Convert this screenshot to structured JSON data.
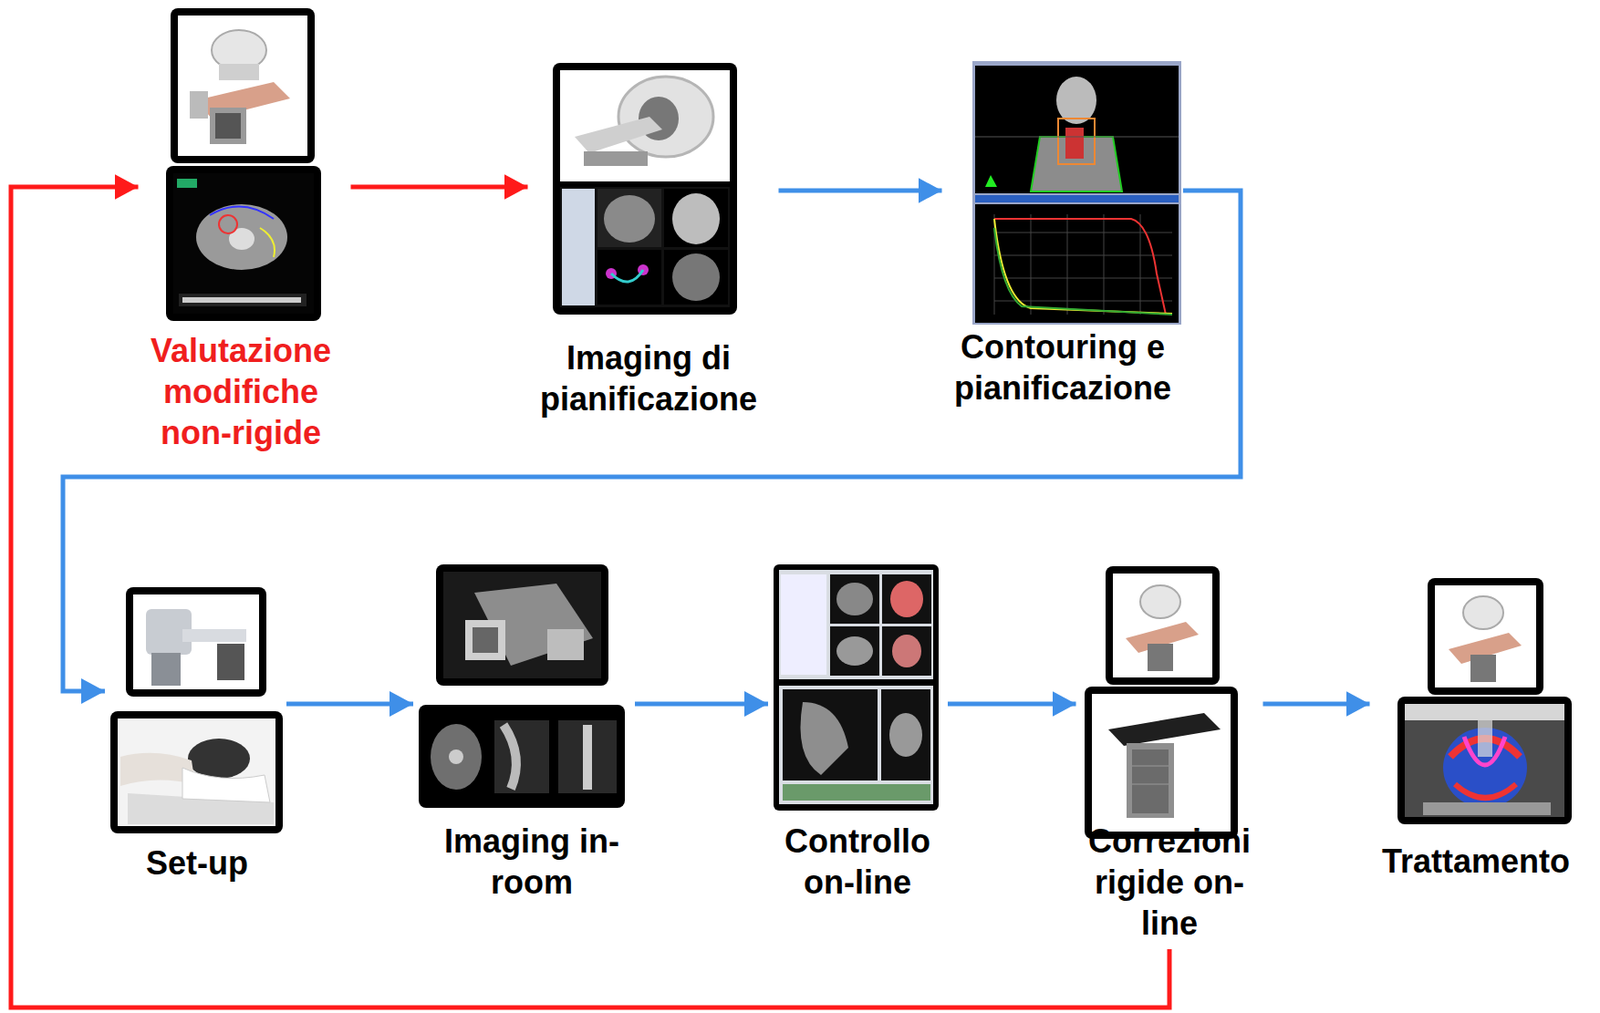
{
  "diagram": {
    "nodes": [
      {
        "text": [
          "Valutazione modifiche non-rigide"
        ]
      },
      {
        "text": [
          "Imaging di pianificazione"
        ]
      },
      {
        "text": [
          "Contouring e pianificazione"
        ]
      },
      {
        "text": [
          "Set-up"
        ]
      },
      {
        "text": [
          "Imaging in-room"
        ]
      },
      {
        "text": [
          "Controllo on-line"
        ]
      },
      {
        "text": [
          "Correzioni rigide on-line"
        ]
      },
      {
        "text": [
          "Trattamento"
        ]
      }
    ],
    "edges": [
      {
        "from": 0,
        "to": 1,
        "arrow": "to"
      },
      {
        "from": 1,
        "to": 2,
        "arrow": "to"
      },
      {
        "from": 2,
        "to": 3,
        "arrow": "to"
      },
      {
        "from": 3,
        "to": 4,
        "arrow": "to"
      },
      {
        "from": 4,
        "to": 5,
        "arrow": "to"
      },
      {
        "from": 5,
        "to": 6,
        "arrow": "to"
      },
      {
        "from": 6,
        "to": 7,
        "arrow": "to"
      },
      {
        "from": 6,
        "to": 0,
        "arrow": "to"
      }
    ]
  }
}
